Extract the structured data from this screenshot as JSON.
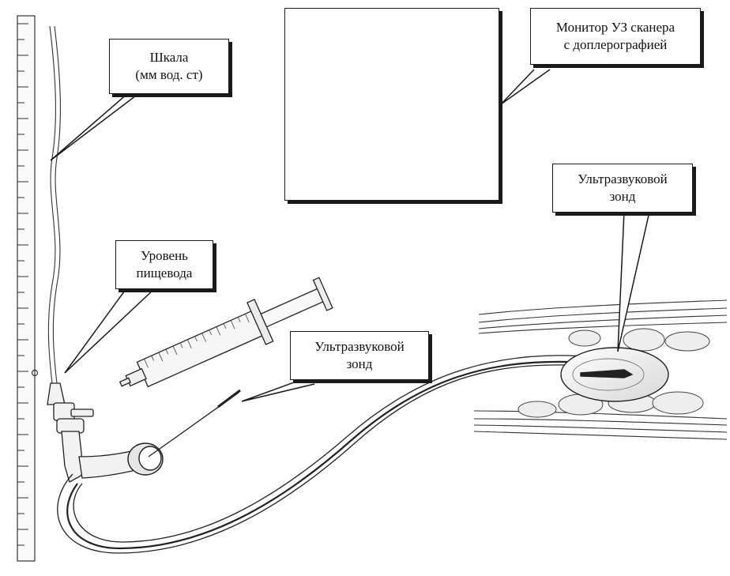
{
  "callouts": {
    "scale": {
      "line1": "Шкала",
      "line2": "(мм вод. ст)"
    },
    "monitor": {
      "line1": "Монитор УЗ сканера",
      "line2": "с доплерографией"
    },
    "probe_right": {
      "line1": "Ультразвуковой",
      "line2": "зонд"
    },
    "esophagus_level": {
      "line1": "Уровень",
      "line2": "пищевода"
    },
    "probe_middle": {
      "line1": "Ультразвуковой",
      "line2": "зонд"
    }
  },
  "colors": {
    "ink": "#1a1a1a",
    "screen": "#2b2b2b",
    "tube_fill": "#f4f4f4"
  }
}
